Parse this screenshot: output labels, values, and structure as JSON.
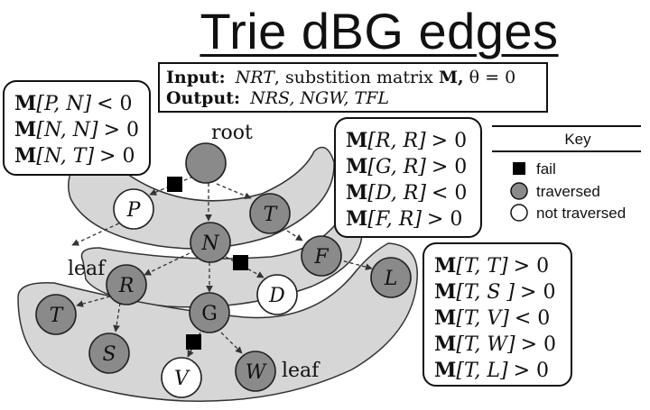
{
  "title": "Trie dBG edges",
  "io_box": {
    "input_label": "Input:",
    "input_rest_a": "NRT",
    "input_rest_b": ", substition matrix ",
    "input_rest_c": "M,",
    "input_rest_d": " θ = 0",
    "output_label": "Output:",
    "output_rest": "NRS, NGW, TFL"
  },
  "constraints_left": [
    {
      "m": "M",
      "args": "[P, N]",
      "rel": "< 0"
    },
    {
      "m": "M",
      "args": "[N, N]",
      "rel": "> 0"
    },
    {
      "m": "M",
      "args": "[N, T]",
      "rel": "> 0"
    }
  ],
  "constraints_mid": [
    {
      "m": "M",
      "args": "[R, R]",
      "rel": "> 0"
    },
    {
      "m": "M",
      "args": "[G, R]",
      "rel": "> 0"
    },
    {
      "m": "M",
      "args": "[D, R]",
      "rel": "< 0"
    },
    {
      "m": "M",
      "args": "[F, R]",
      "rel": "> 0"
    }
  ],
  "constraints_right": [
    {
      "m": "M",
      "args": "[T, T]",
      "rel": "> 0"
    },
    {
      "m": "M",
      "args": "[T, S ]",
      "rel": "> 0"
    },
    {
      "m": "M",
      "args": "[T, V]",
      "rel": "< 0"
    },
    {
      "m": "M",
      "args": "[T, W]",
      "rel": "> 0"
    },
    {
      "m": "M",
      "args": "[T, L]",
      "rel": "> 0"
    }
  ],
  "key": {
    "title": "Key",
    "fail": "fail",
    "traversed": "traversed",
    "not_traversed": "not traversed"
  },
  "labels": {
    "root": "root",
    "leaf1": "leaf",
    "leaf2": "leaf"
  },
  "nodes": {
    "P": "P",
    "T1": "T",
    "N": "N",
    "F": "F",
    "L": "L",
    "R": "R",
    "D": "D",
    "G": "G",
    "T2": "T",
    "S": "S",
    "V": "V",
    "W": "W"
  },
  "colors": {
    "traversed": "#8a8a8a",
    "not_traversed": "#ffffff",
    "band": "#d6d6d6",
    "fail": "#000000"
  }
}
